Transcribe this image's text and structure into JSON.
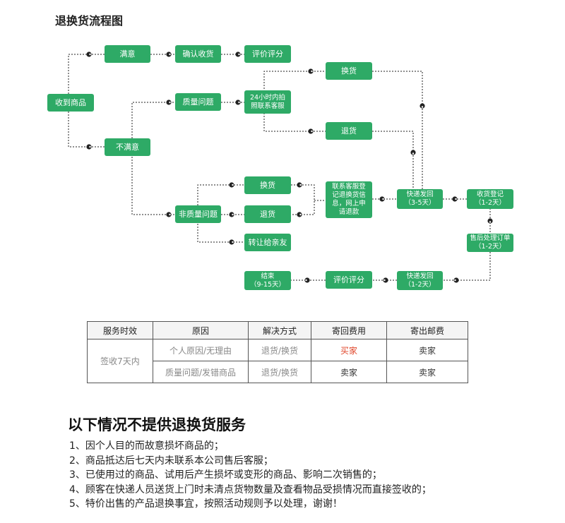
{
  "title": "退换货流程图",
  "nodes": {
    "receive": "收到商品",
    "satisfied": "满意",
    "confirm": "确认收货",
    "review1": "评价评分",
    "unsatisfied": "不满意",
    "quality": "质量问题",
    "photo_contact": "24小时内拍\n照联系客服",
    "exchange1": "换货",
    "return1": "退货",
    "nonquality": "非质量问题",
    "exchange2": "换货",
    "return2": "退货",
    "gift": "转让给亲友",
    "cs_register": "联系客服登\n记退换货信\n息，网上申\n请退款",
    "express_in": "快递发回\n（3-5天）",
    "receipt_register": "收货登记\n（1-2天）",
    "aftersale": "售后处理订单\n（1-2天）",
    "express_out": "快递发回\n（1-2天）",
    "review2": "评价评分",
    "end": "结束\n（9-15天）"
  },
  "table": {
    "headers": [
      "服务时效",
      "原因",
      "解决方式",
      "寄回费用",
      "寄出邮费"
    ],
    "period": "签收7天内",
    "rows": [
      {
        "reason": "个人原因/无理由",
        "solution": "退货/换货",
        "return_fee": "买家",
        "ship_fee": "卖家"
      },
      {
        "reason": "质量问题/发错商品",
        "solution": "退货/换货",
        "return_fee": "卖家",
        "ship_fee": "卖家"
      }
    ]
  },
  "rules_title": "以下情况不提供退换货服务",
  "rules": [
    "1、因个人目的而故意损坏商品的；",
    "2、商品抵达后七天内未联系本公司售后客服；",
    "3、已使用过的商品、试用后产生损坏或变形的商品、影响二次销售的；",
    "4、顾客在快递人员送货上门时未清点货物数量及查看物品受损情况而直接签收的；",
    "5、特价出售的产品退换事宜，按照活动规则予以处理，谢谢！"
  ],
  "colors": {
    "node": "#2eaa66",
    "connector": "#222222",
    "highlight": "#e0462a"
  }
}
